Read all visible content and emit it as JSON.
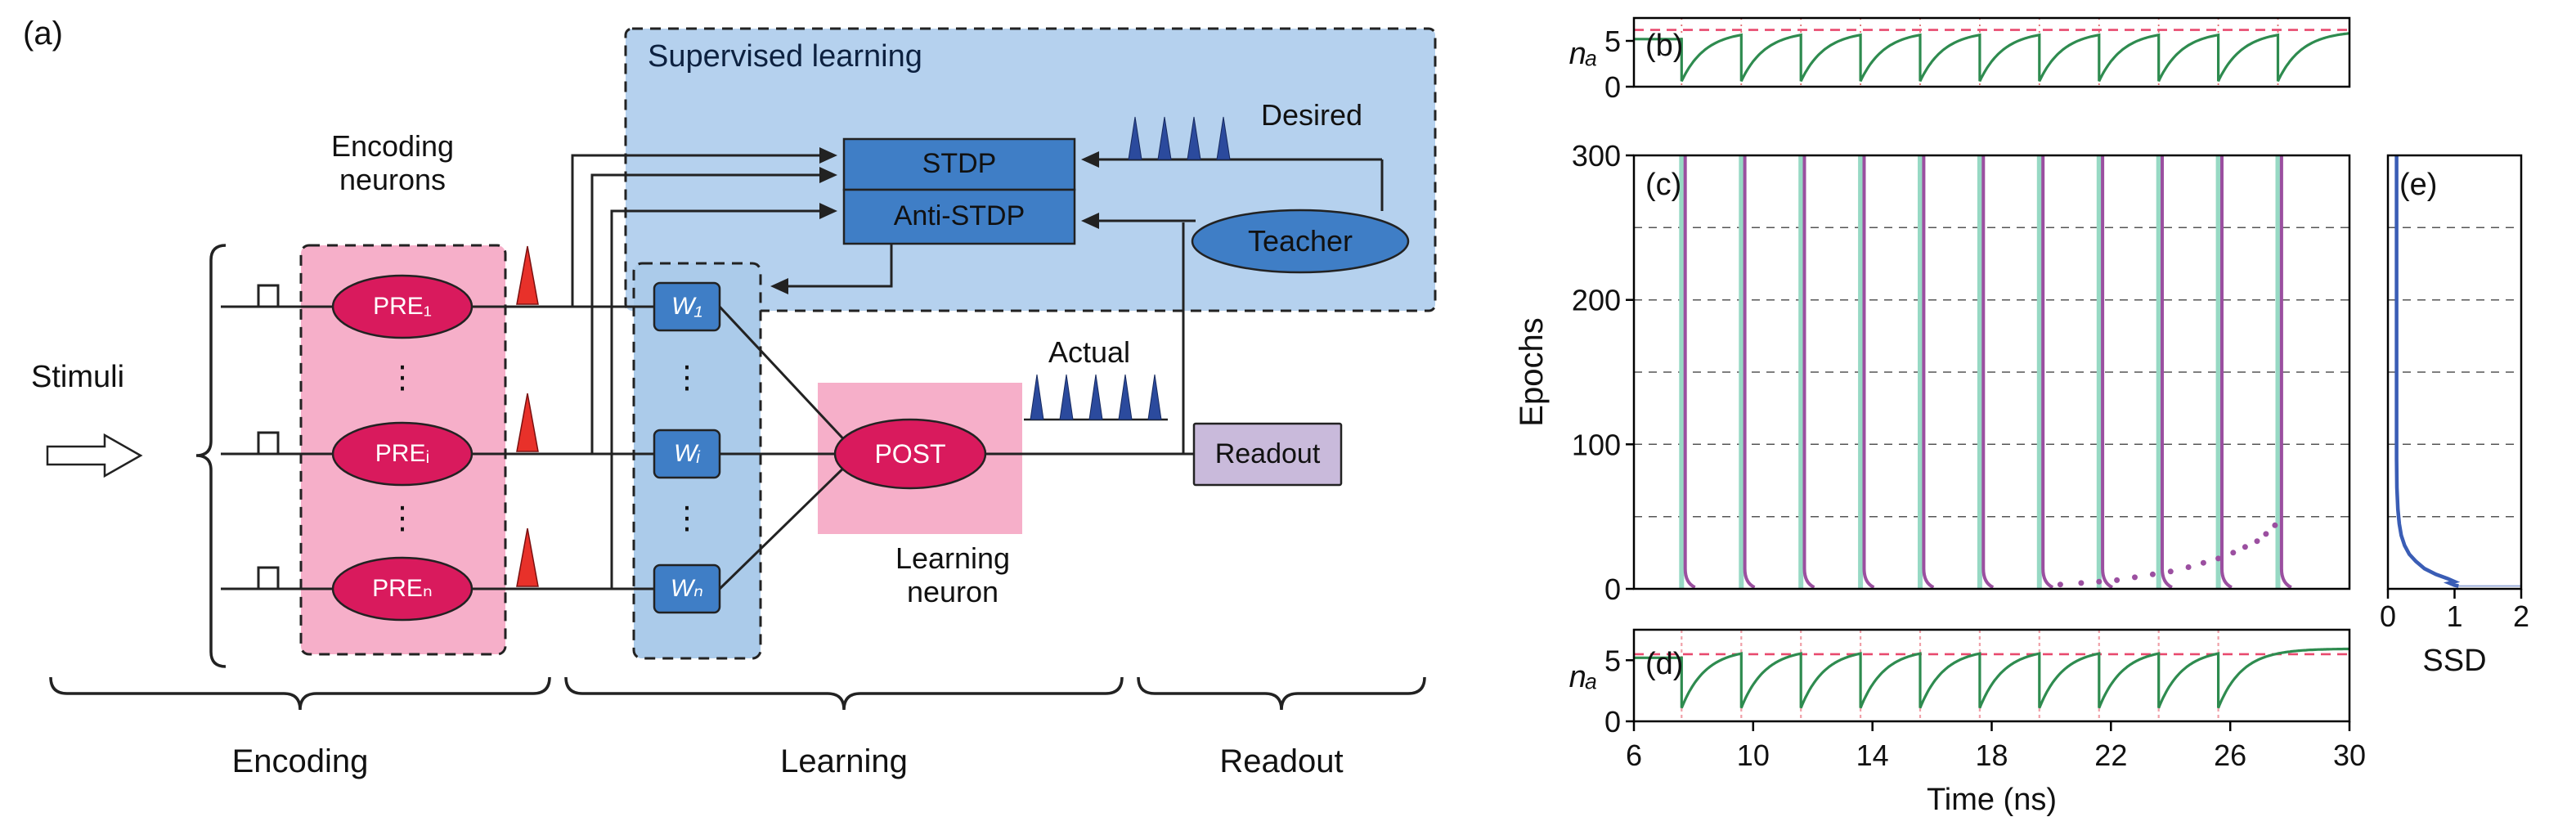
{
  "diagram": {
    "panel_label": "(a)",
    "stimuli": "Stimuli",
    "encoding_neurons": [
      "Encoding",
      "neurons"
    ],
    "pre_neurons": [
      "PRE₁",
      "PREᵢ",
      "PREₙ"
    ],
    "vdots": "⋮",
    "weights": [
      "W₁",
      "Wᵢ",
      "Wₙ"
    ],
    "post": "POST",
    "learning_neuron": [
      "Learning",
      "neuron"
    ],
    "supervised_title": "Supervised learning",
    "stdp": "STDP",
    "anti_stdp": "Anti-STDP",
    "desired": "Desired",
    "teacher": "Teacher",
    "actual": "Actual",
    "readout": "Readout",
    "stage_labels": [
      "Encoding",
      "Learning",
      "Readout"
    ],
    "colors": {
      "neuron_fill": "#d91a5d",
      "pink_box": "#f6afc9",
      "blue_box_light": "#b5d1ee",
      "blue_box_weights": "#abcbea",
      "blue_node": "#3f7ec6",
      "readout_fill": "#c9badb",
      "spike_red": "#e8312a",
      "spike_navy": "#2b4a9d"
    }
  },
  "chart_data": [
    {
      "id": "b",
      "type": "line",
      "panel_label": "(b)",
      "ylabel": "nₐ",
      "xlim": [
        6,
        30
      ],
      "ylim": [
        0,
        7.5
      ],
      "yticks": [
        0,
        5
      ],
      "threshold": 6.2,
      "spike_times": [
        7.6,
        9.6,
        11.6,
        13.6,
        15.6,
        17.6,
        19.6,
        21.6,
        23.6,
        25.6,
        27.6
      ],
      "start_value": 5.2,
      "reset_value": 0.6,
      "rise_target": 6.1,
      "tau": 0.8,
      "colors": {
        "line": "#2e8b4f",
        "threshold": "#e84a6e",
        "event_marker": "#e07070"
      }
    },
    {
      "id": "c",
      "type": "raster",
      "panel_label": "(c)",
      "ylabel": "Epochs",
      "xlim": [
        6,
        30
      ],
      "ylim": [
        0,
        300
      ],
      "yticks": [
        0,
        100,
        200,
        300
      ],
      "gridlines": [
        50,
        100,
        150,
        200,
        250
      ],
      "desired_spike_times": [
        7.6,
        9.6,
        11.6,
        13.6,
        15.6,
        17.6,
        19.6,
        21.6,
        23.6,
        25.6,
        27.6
      ],
      "actual_offset_ns": 0.12,
      "dots": [
        [
          20.3,
          3
        ],
        [
          21.0,
          4
        ],
        [
          21.6,
          5
        ],
        [
          22.2,
          6
        ],
        [
          22.8,
          8
        ],
        [
          23.4,
          10
        ],
        [
          24.0,
          12
        ],
        [
          24.6,
          15
        ],
        [
          25.1,
          18
        ],
        [
          25.6,
          21
        ],
        [
          26.1,
          25
        ],
        [
          26.5,
          29
        ],
        [
          26.9,
          33
        ],
        [
          27.2,
          38
        ],
        [
          27.5,
          44
        ]
      ],
      "colors": {
        "desired": "#97d9c4",
        "actual": "#9b4fa0",
        "grid": "#555555"
      }
    },
    {
      "id": "d",
      "type": "line",
      "panel_label": "(d)",
      "ylabel": "nₐ",
      "xlim": [
        6,
        30
      ],
      "ylim": [
        0,
        7.5
      ],
      "yticks": [
        0,
        5
      ],
      "threshold": 5.5,
      "spike_times": [
        7.6,
        9.6,
        11.6,
        13.6,
        15.6,
        17.6,
        19.6,
        21.6,
        23.6,
        25.6
      ],
      "start_value": 5.2,
      "reset_value": 1.1,
      "rise_target": 5.95,
      "tau": 0.8,
      "colors": {
        "line": "#2e8b4f",
        "threshold": "#e84a6e",
        "event_marker": "#f0a0a8"
      }
    },
    {
      "id": "e",
      "type": "line-xy",
      "panel_label": "(e)",
      "xlabel": "SSD",
      "xlim": [
        0,
        2
      ],
      "ylim": [
        0,
        300
      ],
      "xticks": [
        0,
        1,
        2
      ],
      "gridlines": [
        50,
        100,
        150,
        200,
        250
      ],
      "points": [
        [
          0.13,
          300
        ],
        [
          0.13,
          90
        ],
        [
          0.135,
          70
        ],
        [
          0.15,
          55
        ],
        [
          0.17,
          45
        ],
        [
          0.2,
          37
        ],
        [
          0.25,
          30
        ],
        [
          0.32,
          24
        ],
        [
          0.42,
          19
        ],
        [
          0.55,
          14
        ],
        [
          0.72,
          10
        ],
        [
          0.9,
          7
        ],
        [
          1.0,
          5
        ],
        [
          0.92,
          4
        ],
        [
          1.0,
          2.5
        ],
        [
          1.06,
          2
        ]
      ],
      "tail": [
        [
          1.06,
          2
        ],
        [
          2,
          2
        ]
      ],
      "colors": {
        "line": "#3a5db5",
        "grid": "#555555"
      }
    }
  ],
  "time_axis": {
    "ticks": [
      6,
      10,
      14,
      18,
      22,
      26,
      30
    ],
    "label": "Time (ns)"
  }
}
